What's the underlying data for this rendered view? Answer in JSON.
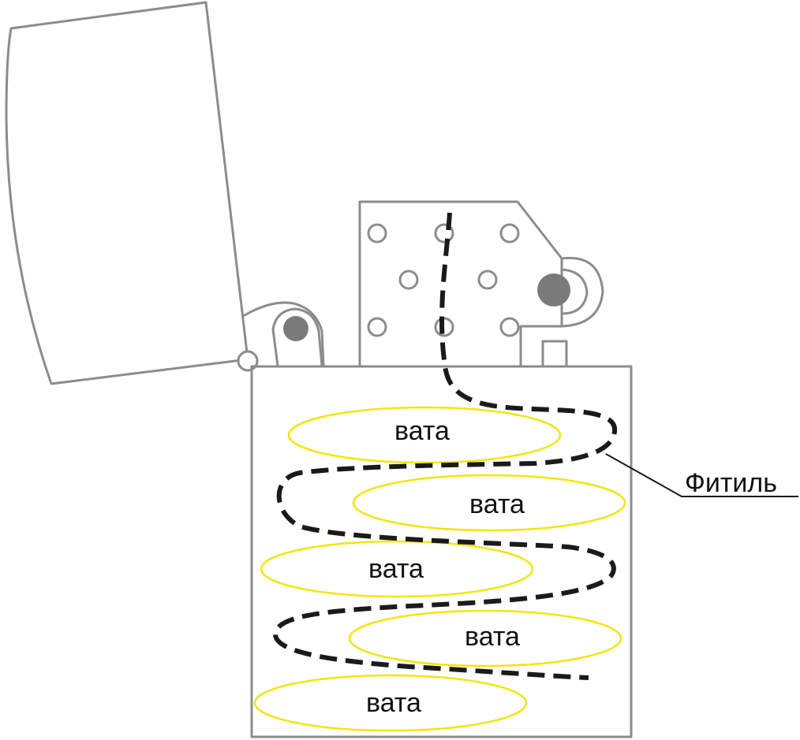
{
  "labels": {
    "wick": "Фитиль",
    "wool": [
      "вата",
      "вата",
      "вата",
      "вата",
      "вата"
    ]
  },
  "colors": {
    "outline": "#8c8c8c",
    "wool_outline": "#f2e60c",
    "wick": "#1a1a1a",
    "pin": "#7a7a7a"
  }
}
